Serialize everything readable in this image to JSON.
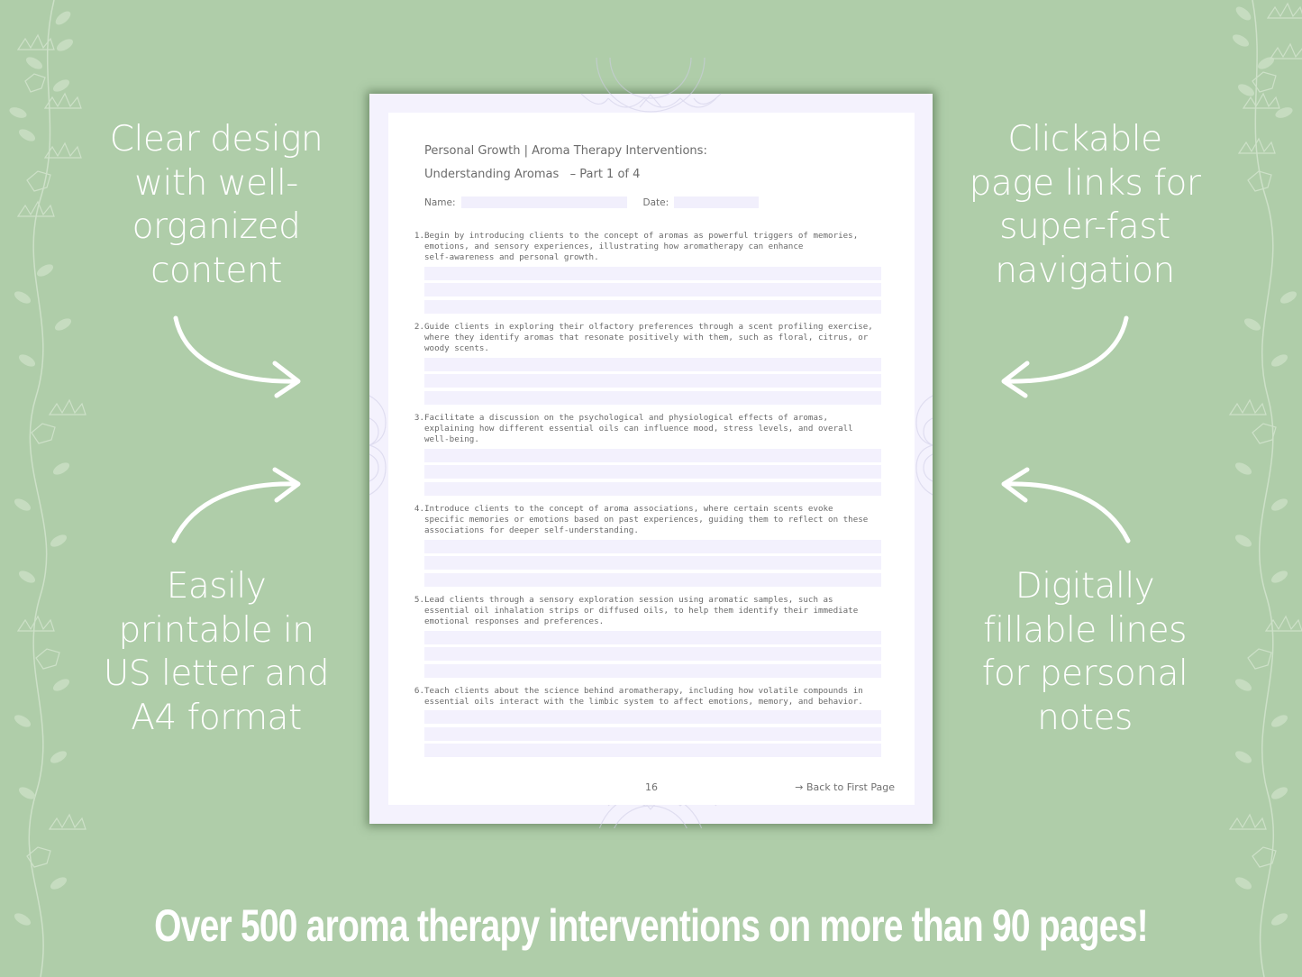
{
  "colors": {
    "background": "#afcda9",
    "text_light": "#ffffff",
    "page_frame": "#f4f2fd",
    "answer_line": "#f3f1fd",
    "doc_text": "#6a6a6a"
  },
  "features": {
    "top_left": "Clear design\nwith well-\norganized\ncontent",
    "bottom_left": "Easily\nprintable in\nUS letter and\nA4 format",
    "top_right": "Clickable\npage links for\nsuper-fast\nnavigation",
    "bottom_right": "Digitally\nfillable lines\nfor personal\nnotes"
  },
  "document": {
    "title_line1": "Personal Growth | Aroma Therapy Interventions:",
    "title_line2": "Understanding Aromas   – Part 1 of 4",
    "name_label": "Name:",
    "date_label": "Date:",
    "items": [
      {
        "num": "1.",
        "text": " Begin by introducing clients to the concept of aromas as powerful triggers of memories,\n emotions, and sensory experiences, illustrating how aromatherapy can enhance\n self-awareness and personal growth."
      },
      {
        "num": "2.",
        "text": " Guide clients in exploring their olfactory preferences through a scent profiling exercise,\n where they identify aromas that resonate positively with them, such as floral, citrus, or\n woody scents."
      },
      {
        "num": "3.",
        "text": " Facilitate a discussion on the psychological and physiological effects of aromas,\n explaining how different essential oils can influence mood, stress levels, and overall\n well-being."
      },
      {
        "num": "4.",
        "text": " Introduce clients to the concept of aroma associations, where certain scents evoke\n specific memories or emotions based on past experiences, guiding them to reflect on these\n associations for deeper self-understanding."
      },
      {
        "num": "5.",
        "text": " Lead clients through a sensory exploration session using aromatic samples, such as\n essential oil inhalation strips or diffused oils, to help them identify their immediate\n emotional responses and preferences."
      },
      {
        "num": "6.",
        "text": " Teach clients about the science behind aromatherapy, including how volatile compounds in\n essential oils interact with the limbic system to affect emotions, memory, and behavior."
      }
    ],
    "page_number": "16",
    "back_link": "→ Back to First Page"
  },
  "banner": {
    "text": "Over 500 aroma therapy interventions on more than 90 pages!"
  },
  "icons": {
    "arrows": [
      "curved-arrow-right-down",
      "curved-arrow-right-up",
      "curved-arrow-left-down",
      "curved-arrow-left-up"
    ],
    "decor": [
      "floral-vine",
      "mandala"
    ]
  }
}
